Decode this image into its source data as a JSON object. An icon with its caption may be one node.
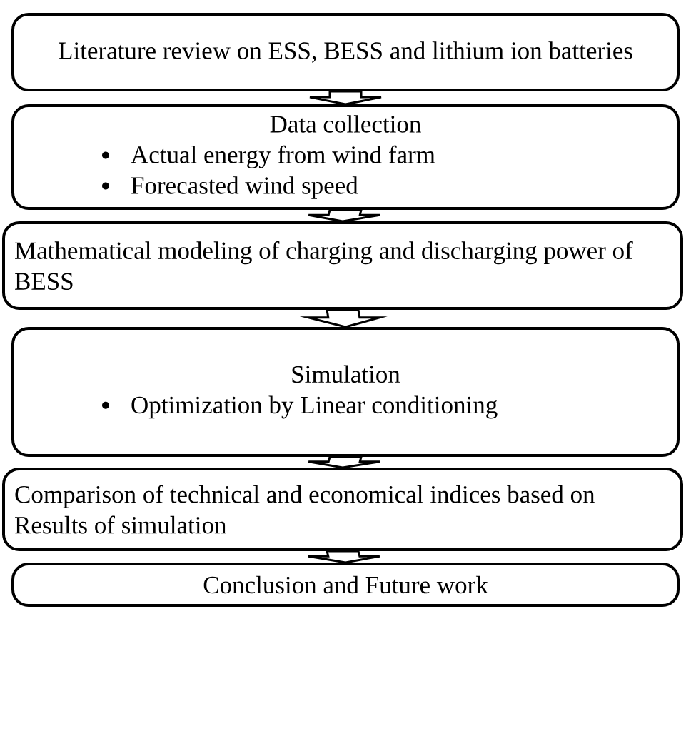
{
  "diagram": {
    "nodes": [
      {
        "text": [
          "Literature review on ESS, BESS and lithium ion batteries"
        ]
      },
      {
        "text": [
          "Data collection",
          "Actual energy from wind farm",
          "Forecasted wind speed"
        ]
      },
      {
        "text": [
          "Mathematical modeling of charging and discharging power of BESS"
        ]
      },
      {
        "text": [
          "Simulation",
          "Optimization by Linear conditioning"
        ]
      },
      {
        "text": [
          "Comparison of technical and economical indices based on Results of simulation"
        ]
      },
      {
        "text": [
          "Conclusion and Future work"
        ]
      }
    ],
    "edges": [
      {
        "from": 0,
        "to": 1,
        "arrow": "to"
      },
      {
        "from": 1,
        "to": 2,
        "arrow": "to"
      },
      {
        "from": 2,
        "to": 3,
        "arrow": "to"
      },
      {
        "from": 3,
        "to": 4,
        "arrow": "to"
      },
      {
        "from": 4,
        "to": 5,
        "arrow": "to"
      }
    ]
  }
}
